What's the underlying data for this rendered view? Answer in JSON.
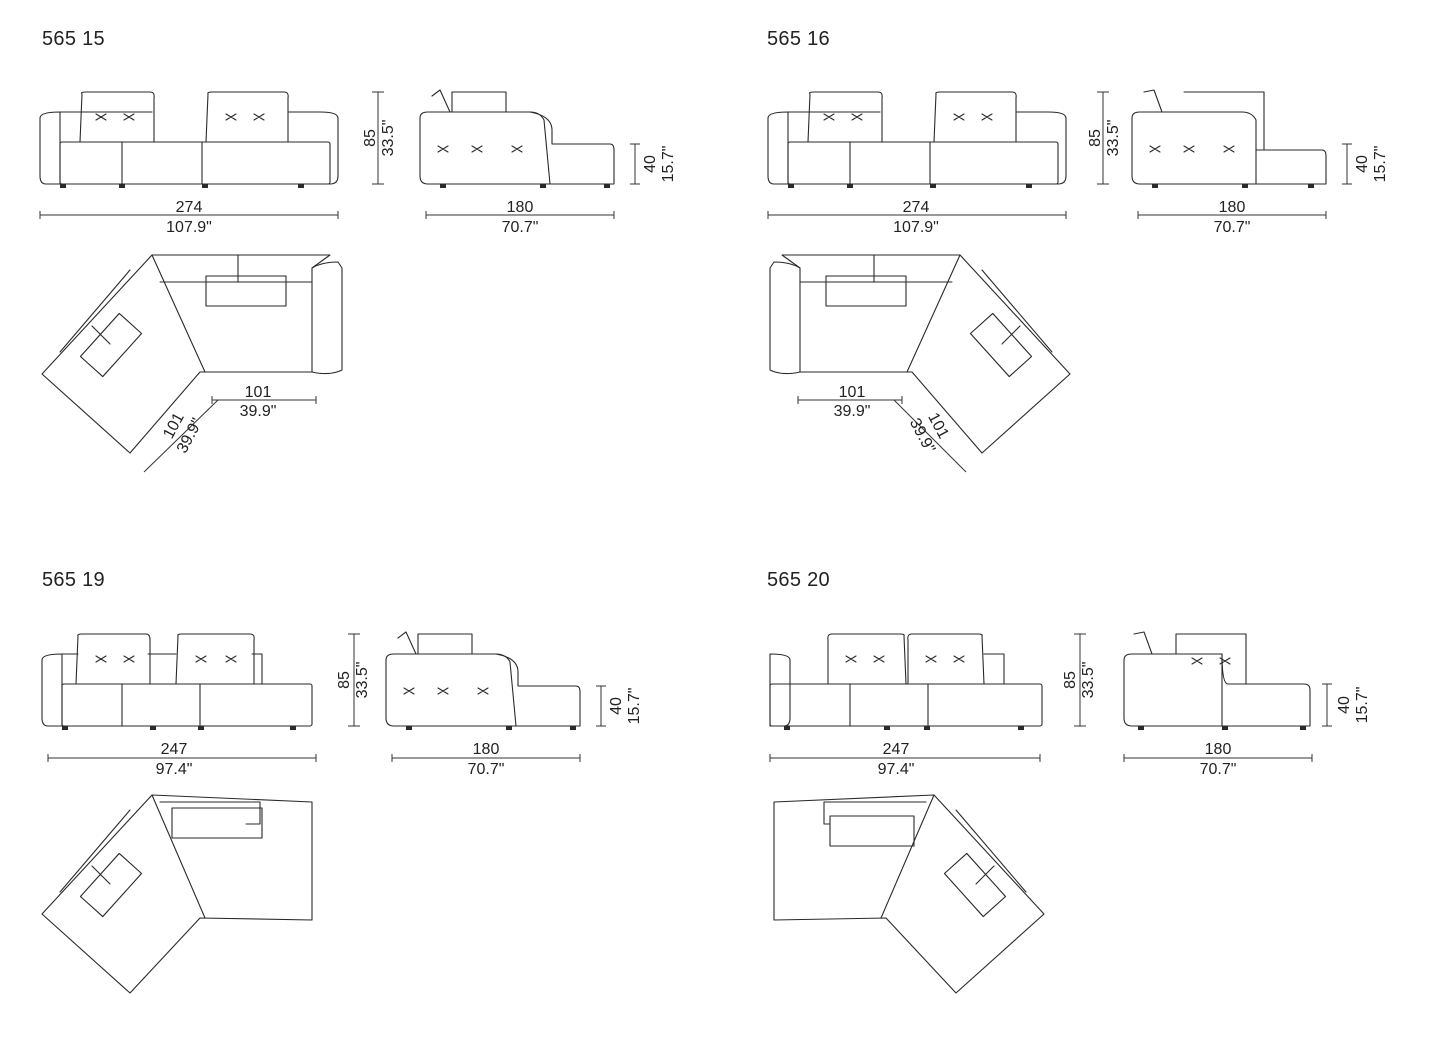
{
  "models": [
    {
      "code": "565 15",
      "front": {
        "height_cm": "85",
        "height_in": "33.5\"",
        "width_cm": "274",
        "width_in": "107.9\""
      },
      "side": {
        "height_cm": "40",
        "height_in": "15.7\"",
        "width_cm": "180",
        "width_in": "70.7\""
      },
      "plan": {
        "a_cm": "101",
        "a_in": "39.9\"",
        "b_cm": "101",
        "b_in": "39.9\""
      }
    },
    {
      "code": "565 16",
      "front": {
        "height_cm": "85",
        "height_in": "33.5\"",
        "width_cm": "274",
        "width_in": "107.9\""
      },
      "side": {
        "height_cm": "40",
        "height_in": "15.7\"",
        "width_cm": "180",
        "width_in": "70.7\""
      },
      "plan": {
        "a_cm": "101",
        "a_in": "39.9\"",
        "b_cm": "101",
        "b_in": "39.9\""
      }
    },
    {
      "code": "565 19",
      "front": {
        "height_cm": "85",
        "height_in": "33.5\"",
        "width_cm": "247",
        "width_in": "97.4\""
      },
      "side": {
        "height_cm": "40",
        "height_in": "15.7\"",
        "width_cm": "180",
        "width_in": "70.7\""
      }
    },
    {
      "code": "565 20",
      "front": {
        "height_cm": "85",
        "height_in": "33.5\"",
        "width_cm": "247",
        "width_in": "97.4\""
      },
      "side": {
        "height_cm": "40",
        "height_in": "15.7\"",
        "width_cm": "180",
        "width_in": "70.7\""
      }
    }
  ]
}
